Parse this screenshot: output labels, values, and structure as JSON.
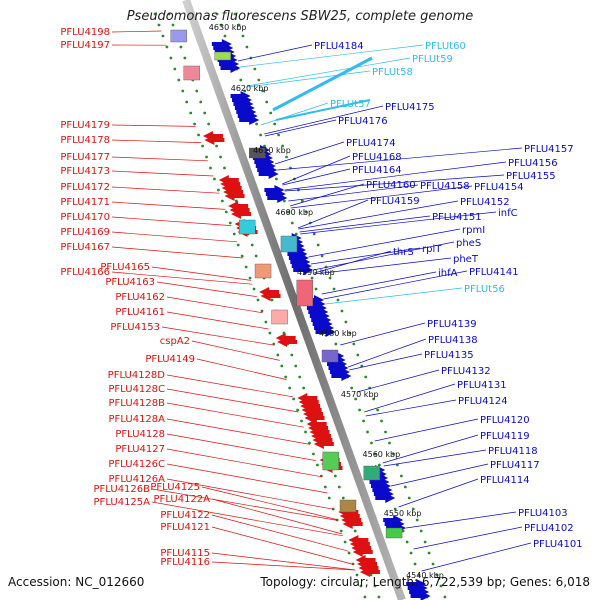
{
  "title": "Pseudomonas fluorescens SBW25, complete genome",
  "accession": "Accession: NC_012660",
  "summary": "Topology: circular; Length: 6,722,539 bp; Genes: 6,018",
  "colors": {
    "reverse_strand": "#dd1111",
    "forward_strand": "#0a0acc",
    "rna": "#33bbee",
    "tick": "#2a8a2a",
    "axis": "#8a8a8a"
  },
  "scale_labels": [
    "4630 kbp",
    "4620 kbp",
    "4610 kbp",
    "4600 kbp",
    "4590 kbp",
    "4580 kbp",
    "4570 kbp",
    "4560 kbp",
    "4550 kbp",
    "4540 kbp"
  ],
  "left_genes": [
    "PFLU4198",
    "PFLU4197",
    "PFLU4179",
    "PFLU4178",
    "PFLU4177",
    "PFLU4173",
    "PFLU4172",
    "PFLU4171",
    "PFLU4170",
    "PFLU4169",
    "PFLU4167",
    "PFLU4166",
    "PFLU4165",
    "PFLU4163",
    "PFLU4162",
    "PFLU4161",
    "PFLU4153",
    "cspA2",
    "PFLU4149",
    "PFLU4128D",
    "PFLU4128C",
    "PFLU4128B",
    "PFLU4128A",
    "PFLU4128",
    "PFLU4127",
    "PFLU4126C",
    "PFLU4126A",
    "PFLU4126B",
    "PFLU4125",
    "PFLU4125A",
    "PFLU4122A",
    "PFLU4122",
    "PFLU4121",
    "PFLU4115",
    "PFLU4116"
  ],
  "right_genes": [
    "PFLU4184",
    "PFLUt60",
    "PFLUt59",
    "PFLUt58",
    "PFLUt57",
    "PFLU4175",
    "PFLU4176",
    "PFLU4174",
    "PFLU4168",
    "PFLU4164",
    "PFLU4160",
    "PFLU4159",
    "PFLU4158",
    "PFLU4157",
    "PFLU4156",
    "PFLU4155",
    "PFLU4154",
    "PFLU4152",
    "PFLU4151",
    "infC",
    "rpmI",
    "rplT",
    "thrS",
    "pheS",
    "pheT",
    "ihfA",
    "PFLU4141",
    "PFLUt56",
    "PFLU4139",
    "PFLU4138",
    "PFLU4135",
    "PFLU4132",
    "PFLU4131",
    "PFLU4124",
    "PFLU4120",
    "PFLU4119",
    "PFLU4118",
    "PFLU4117",
    "PFLU4114",
    "PFLU4103",
    "PFLU4102",
    "PFLU4101"
  ]
}
